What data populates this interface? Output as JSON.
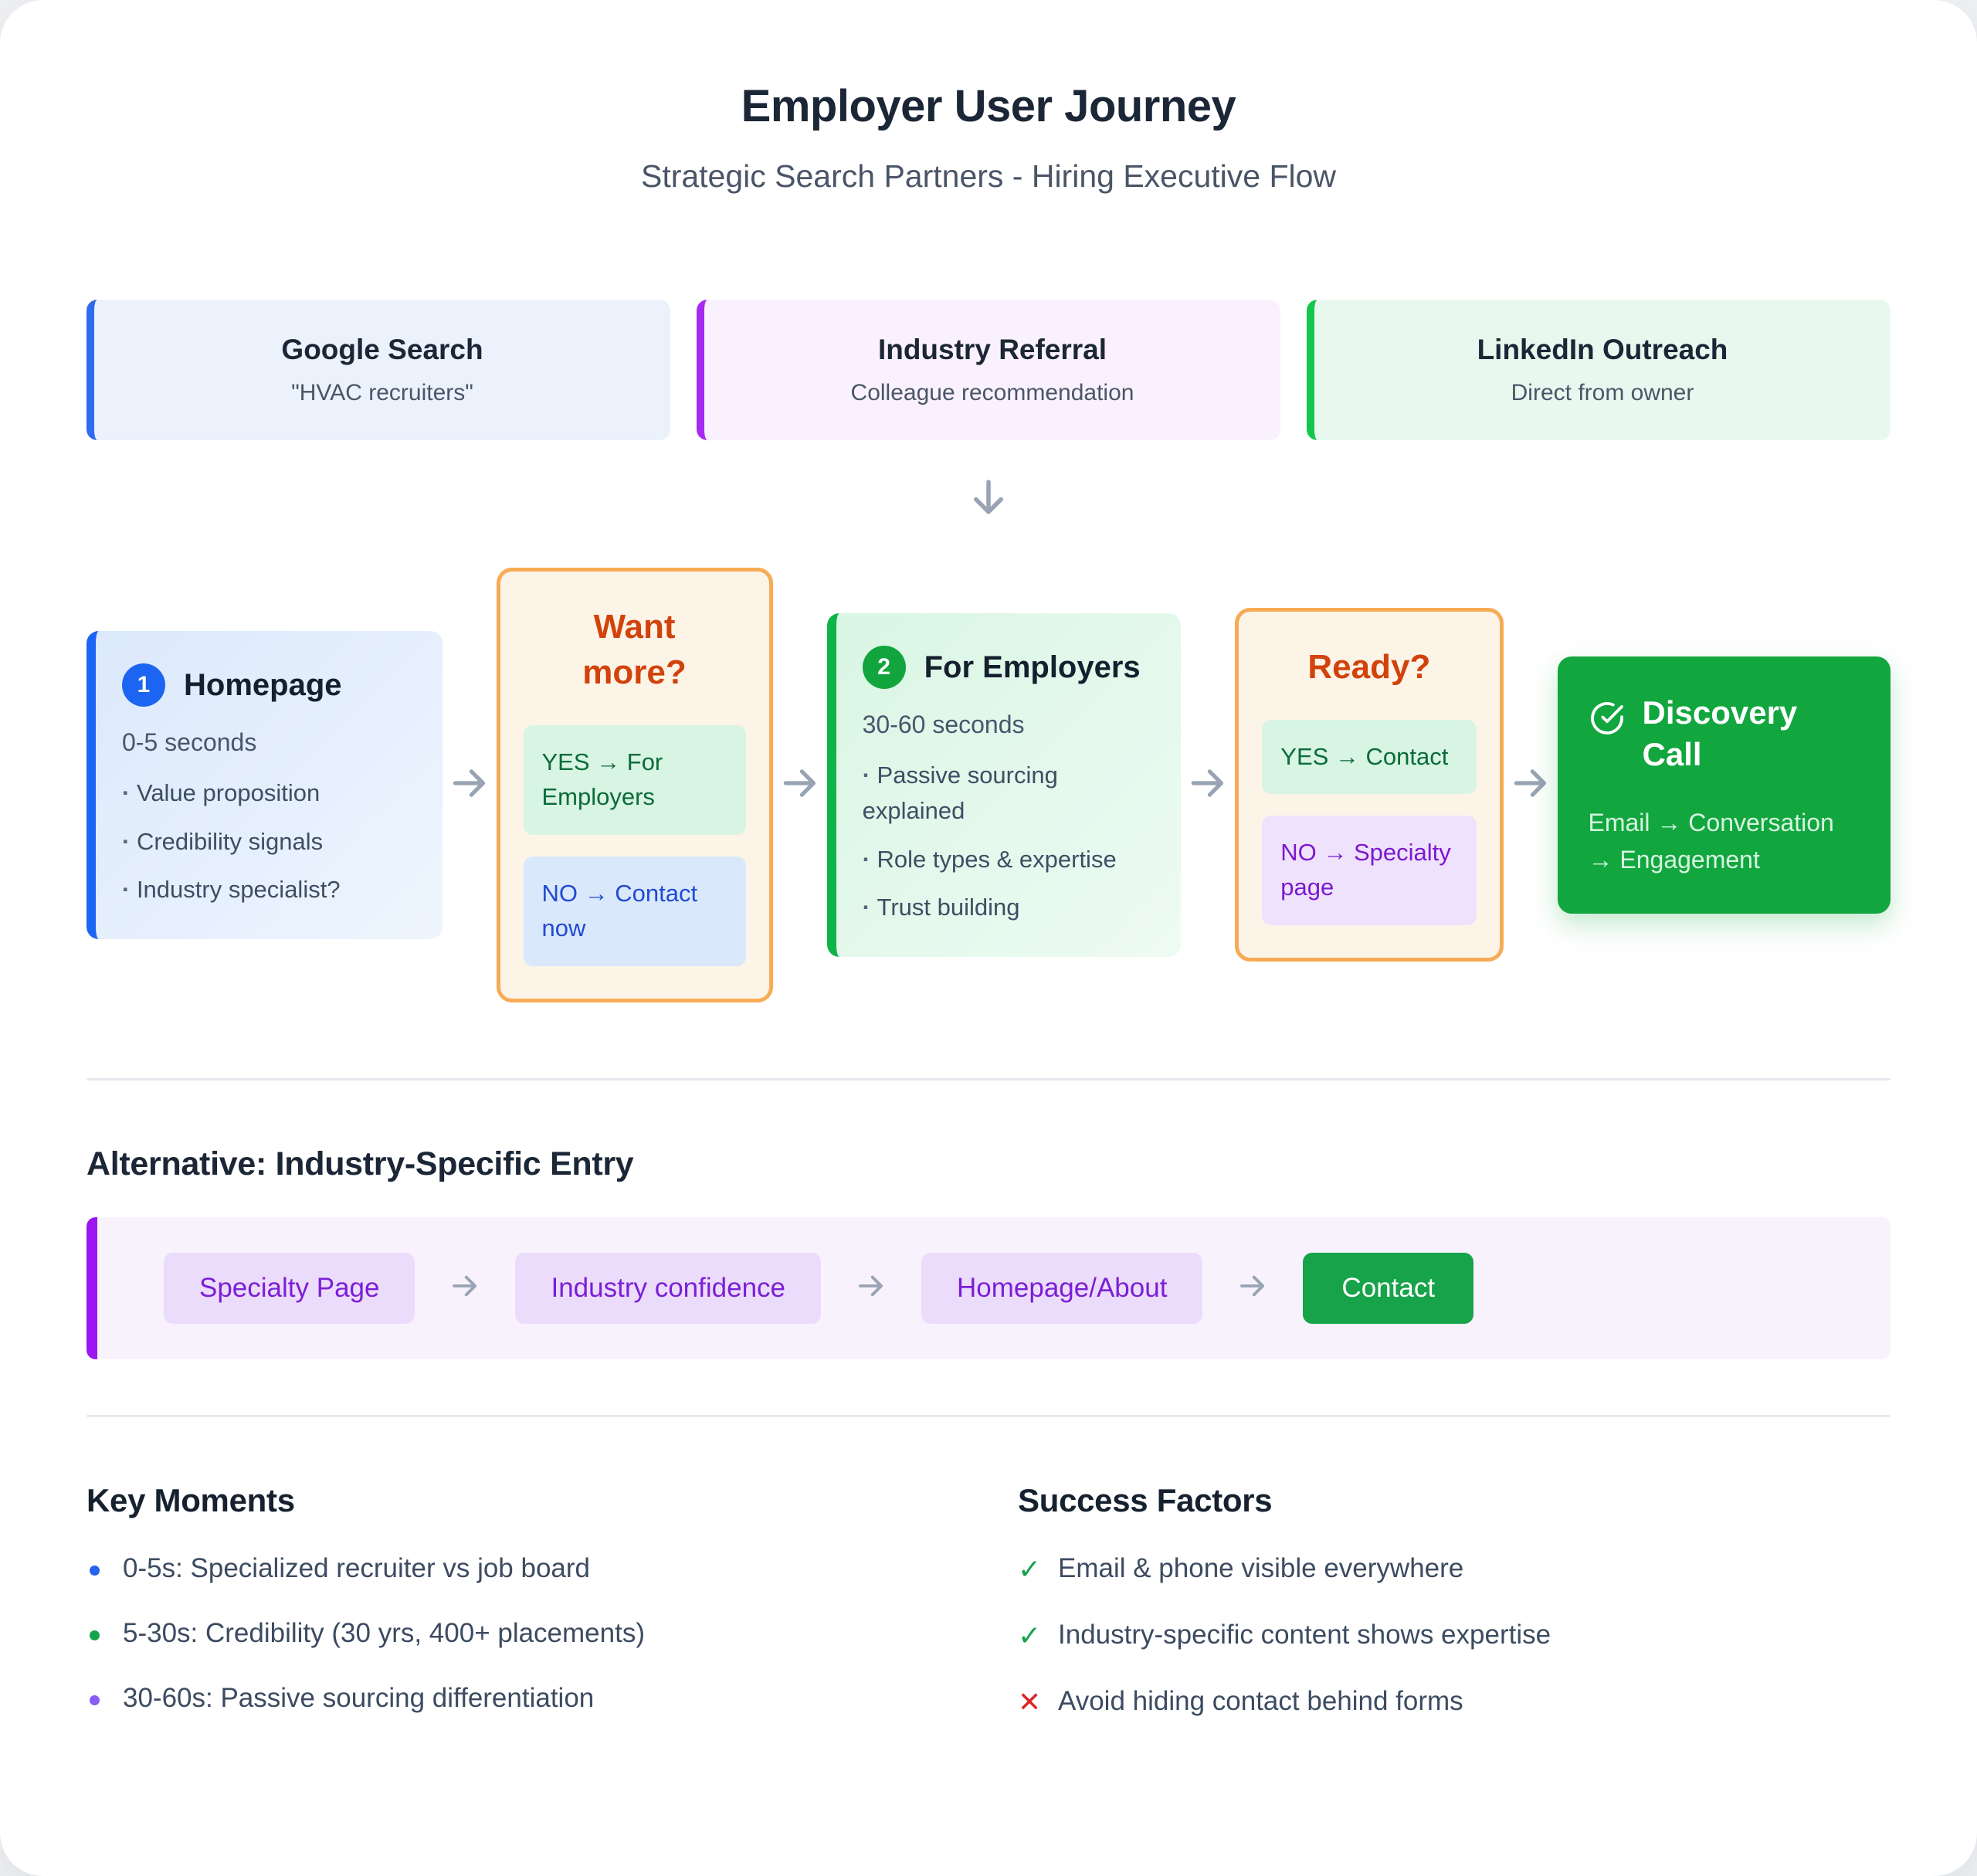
{
  "page": {
    "title": "Employer User Journey",
    "subtitle": "Strategic Search Partners - Hiring Executive Flow"
  },
  "entry_points": [
    {
      "title": "Google Search",
      "subtitle": "\"HVAC recruiters\"",
      "accent": "#2e6bf0",
      "bg": "#ebf2fc"
    },
    {
      "title": "Industry Referral",
      "subtitle": "Colleague recommendation",
      "accent": "#a62af2",
      "bg": "#f9f1fd"
    },
    {
      "title": "LinkedIn Outreach",
      "subtitle": "Direct from owner",
      "accent": "#12c74b",
      "bg": "#e9f8ef"
    }
  ],
  "flow": {
    "step1": {
      "number": "1",
      "title": "Homepage",
      "duration": "0-5 seconds",
      "bullets": [
        "Value proposition",
        "Credibility signals",
        "Industry specialist?"
      ],
      "accent": "#1c64f2"
    },
    "decision1": {
      "title": "Want more?",
      "yes": "YES → For Employers",
      "no": "NO → Contact now",
      "accent": "#f8ab55"
    },
    "step2": {
      "number": "2",
      "title": "For Employers",
      "duration": "30-60 seconds",
      "bullets": [
        "Passive sourcing explained",
        "Role types & expertise",
        "Trust building"
      ],
      "accent": "#0fb447"
    },
    "decision2": {
      "title": "Ready?",
      "yes": "YES → Contact",
      "no": "NO → Specialty page",
      "accent": "#f8ab55"
    },
    "final": {
      "title": "Discovery Call",
      "path": "Email → Conversation → Engagement",
      "bg": "#12a63f"
    }
  },
  "alternative": {
    "heading": "Alternative: Industry-Specific Entry",
    "steps": [
      "Specialty Page",
      "Industry confidence",
      "Homepage/About"
    ],
    "cta": "Contact",
    "accent": "#9b16f0"
  },
  "key_moments": {
    "heading": "Key Moments",
    "items": [
      {
        "text": "0-5s: Specialized recruiter vs job board",
        "color": "#2563eb"
      },
      {
        "text": "5-30s: Credibility (30 yrs, 400+ placements)",
        "color": "#16a34a"
      },
      {
        "text": "30-60s: Passive sourcing differentiation",
        "color": "#8b5cf6"
      }
    ]
  },
  "success_factors": {
    "heading": "Success Factors",
    "items": [
      {
        "icon": "✓",
        "color": "#16a34a",
        "text": "Email & phone visible everywhere"
      },
      {
        "icon": "✓",
        "color": "#16a34a",
        "text": "Industry-specific content shows expertise"
      },
      {
        "icon": "✕",
        "color": "#dc2626",
        "text": "Avoid hiding contact behind forms"
      }
    ]
  }
}
